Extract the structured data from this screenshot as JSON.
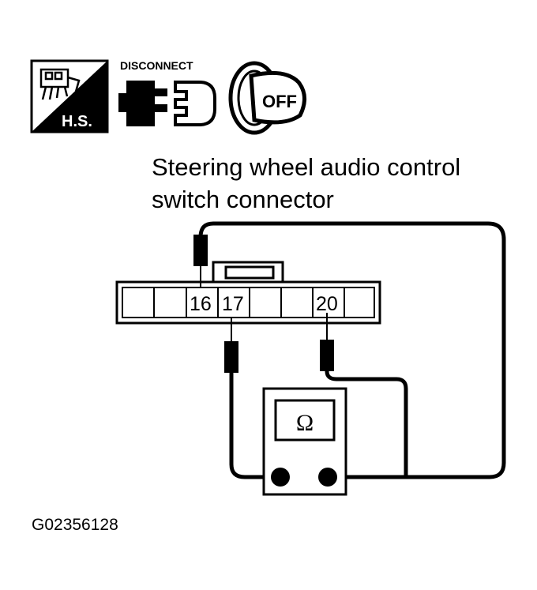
{
  "icons": {
    "harness_label": "H.S.",
    "disconnect_label": "DISCONNECT",
    "ignition_label": "OFF"
  },
  "title": {
    "line1": "Steering wheel audio control",
    "line2": "switch connector"
  },
  "connector": {
    "pins": [
      "16",
      "17",
      "20"
    ]
  },
  "meter": {
    "symbol": "Ω"
  },
  "figure_id": "G02356128"
}
